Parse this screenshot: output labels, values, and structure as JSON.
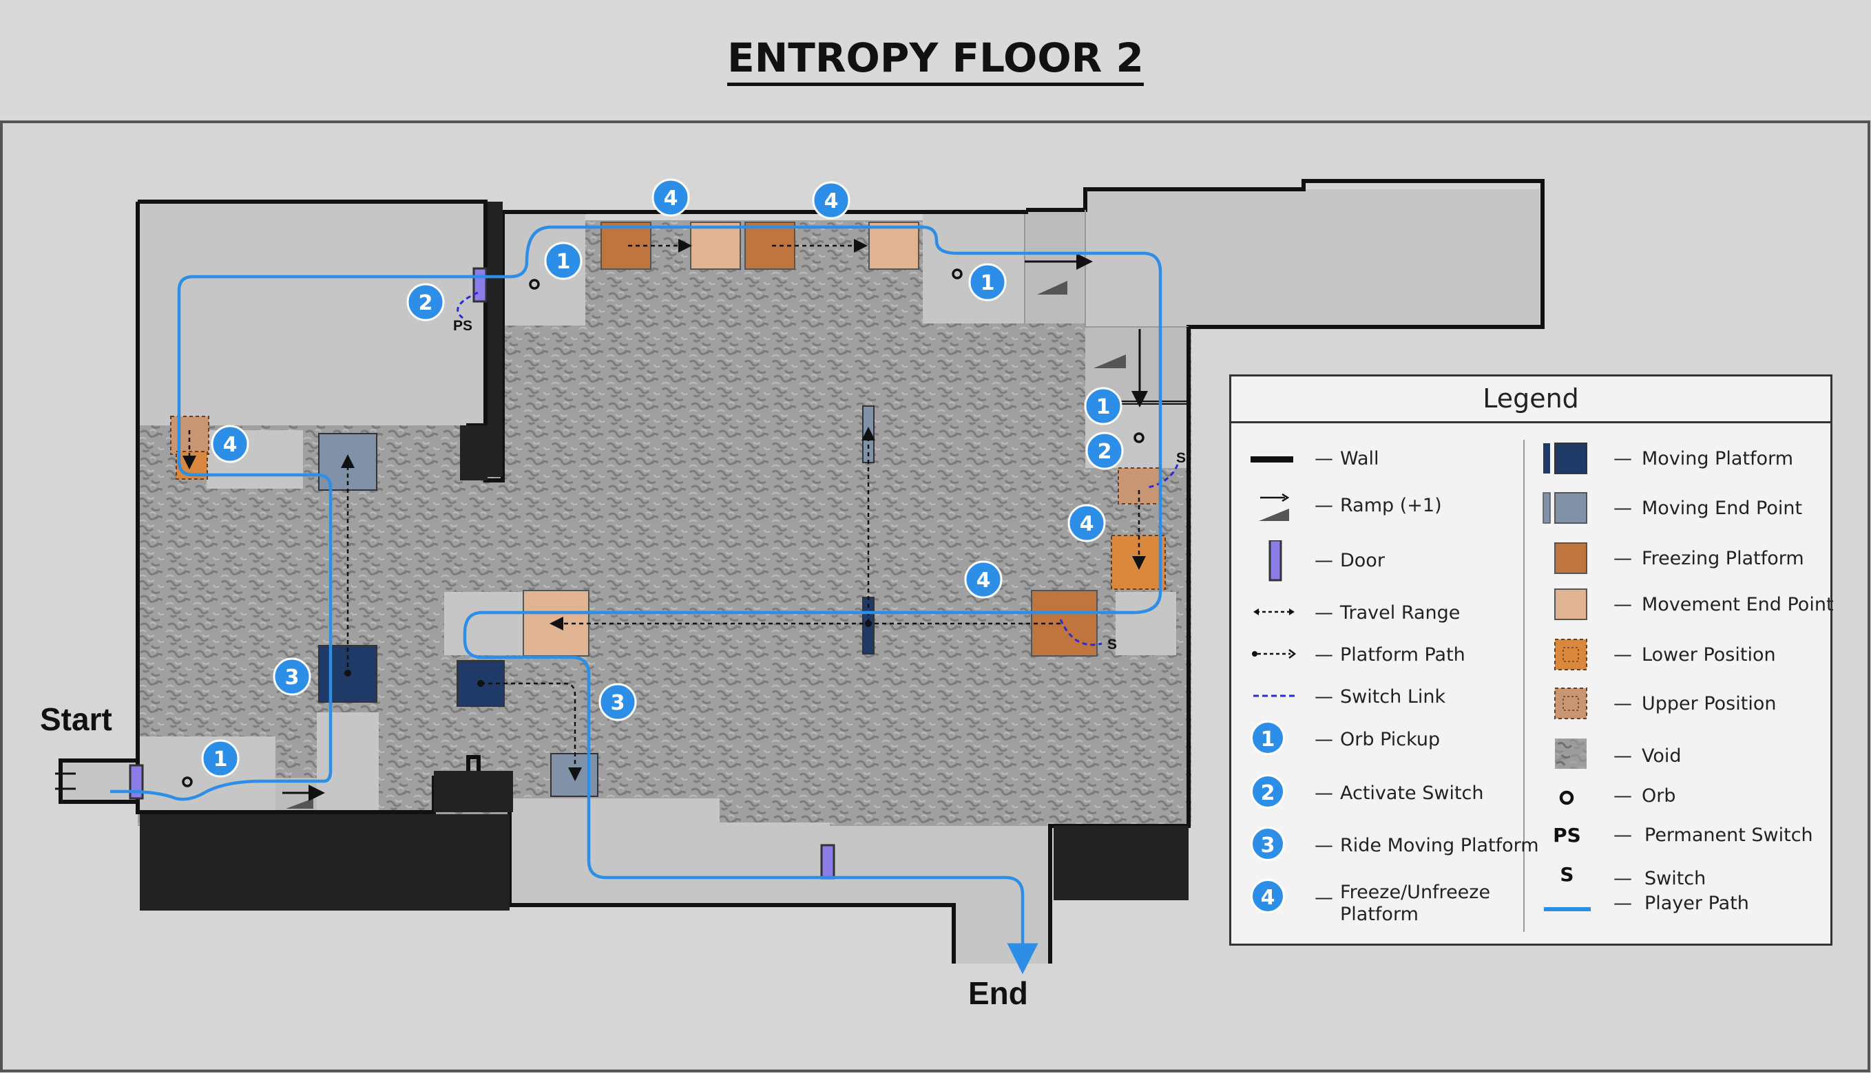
{
  "title": "ENTROPY FLOOR 2",
  "labels": {
    "start": "Start",
    "end": "End",
    "ps": "PS",
    "s": "S"
  },
  "colors": {
    "background": "#d9d9d9",
    "floor": "#c8c8c8",
    "wall": "#111111",
    "void": "#9b9b9b",
    "moving_platform": "#1f3a66",
    "moving_end_point": "#8192a8",
    "freezing_platform": "#c0743e",
    "movement_end_point": "#e0b493",
    "door": "#8a7de8",
    "player_path": "#2c8ee6",
    "switch_link": "#2b2bd6",
    "badge": "#2c8ee6"
  },
  "legend": {
    "title": "Legend",
    "left_items": [
      {
        "icon": "wall-icon",
        "label": "Wall"
      },
      {
        "icon": "ramp-icon",
        "label": "Ramp (+1)"
      },
      {
        "icon": "door-icon",
        "label": "Door"
      },
      {
        "icon": "travel-range-icon",
        "label": "Travel Range"
      },
      {
        "icon": "platform-path-icon",
        "label": "Platform Path"
      },
      {
        "icon": "switch-link-icon",
        "label": "Switch Link"
      },
      {
        "icon": "badge-1",
        "badge": "1",
        "label": "Orb Pickup"
      },
      {
        "icon": "badge-2",
        "badge": "2",
        "label": "Activate Switch"
      },
      {
        "icon": "badge-3",
        "badge": "3",
        "label": "Ride Moving Platform"
      },
      {
        "icon": "badge-4",
        "badge": "4",
        "label": "Freeze/Unfreeze\nPlatform"
      }
    ],
    "right_items": [
      {
        "icon": "moving-platform-icon",
        "label": "Moving Platform"
      },
      {
        "icon": "moving-end-point-icon",
        "label": "Moving End Point"
      },
      {
        "icon": "freezing-platform-icon",
        "label": "Freezing Platform"
      },
      {
        "icon": "movement-end-point-icon",
        "label": "Movement End Point"
      },
      {
        "icon": "lower-position-icon",
        "label": "Lower Position"
      },
      {
        "icon": "upper-position-icon",
        "label": "Upper Position"
      },
      {
        "icon": "void-icon",
        "label": "Void"
      },
      {
        "icon": "orb-icon",
        "label": "Orb"
      },
      {
        "icon": "ps-icon",
        "symbol": "PS",
        "label": "Permanent Switch"
      },
      {
        "icon": "s-icon",
        "symbol": "S",
        "label": "Switch"
      },
      {
        "icon": "player-path-icon",
        "label": "Player Path"
      }
    ]
  },
  "markers": [
    {
      "type": "orb-pickup",
      "badge": "1"
    },
    {
      "type": "orb-pickup",
      "badge": "1"
    },
    {
      "type": "orb-pickup",
      "badge": "1"
    },
    {
      "type": "orb-pickup",
      "badge": "1"
    },
    {
      "type": "activate-switch",
      "badge": "2"
    },
    {
      "type": "activate-switch",
      "badge": "2"
    },
    {
      "type": "ride-moving-platform",
      "badge": "3"
    },
    {
      "type": "ride-moving-platform",
      "badge": "3"
    },
    {
      "type": "freeze-platform",
      "badge": "4"
    },
    {
      "type": "freeze-platform",
      "badge": "4"
    },
    {
      "type": "freeze-platform",
      "badge": "4"
    },
    {
      "type": "freeze-platform",
      "badge": "4"
    },
    {
      "type": "freeze-platform",
      "badge": "4"
    }
  ]
}
